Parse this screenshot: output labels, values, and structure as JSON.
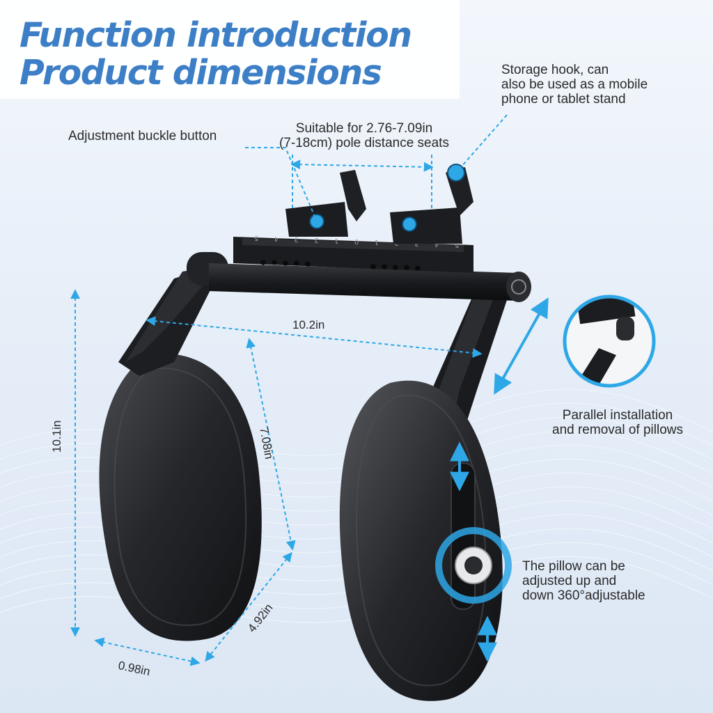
{
  "title": {
    "line1": "Function introduction",
    "line2": "Product dimensions"
  },
  "callouts": {
    "storage_hook": "Storage hook, can\nalso be used as a mobile\nphone or tablet stand",
    "buckle_button": "Adjustment buckle button",
    "pole_distance": "Suitable for 2.76-7.09in\n(7-18cm) pole distance seats",
    "parallel_install": "Parallel installation\nand removal of pillows",
    "pillow_adjust": "The pillow can be\nadjusted up and\ndown 360°adjustable"
  },
  "dimensions": {
    "width": "10.2in",
    "height": "10.1in",
    "pillow_height": "7.08in",
    "pillow_width": "4.92in",
    "pillow_depth": "0.98in"
  },
  "colors": {
    "title_blue": "#3d7fc6",
    "accent_blue": "#2ea7e6",
    "product_black": "#1c1d20"
  },
  "scale_ticks": [
    "5",
    "4",
    "3",
    "2",
    "1",
    "0",
    "1",
    "2",
    "3",
    "4",
    "5"
  ]
}
